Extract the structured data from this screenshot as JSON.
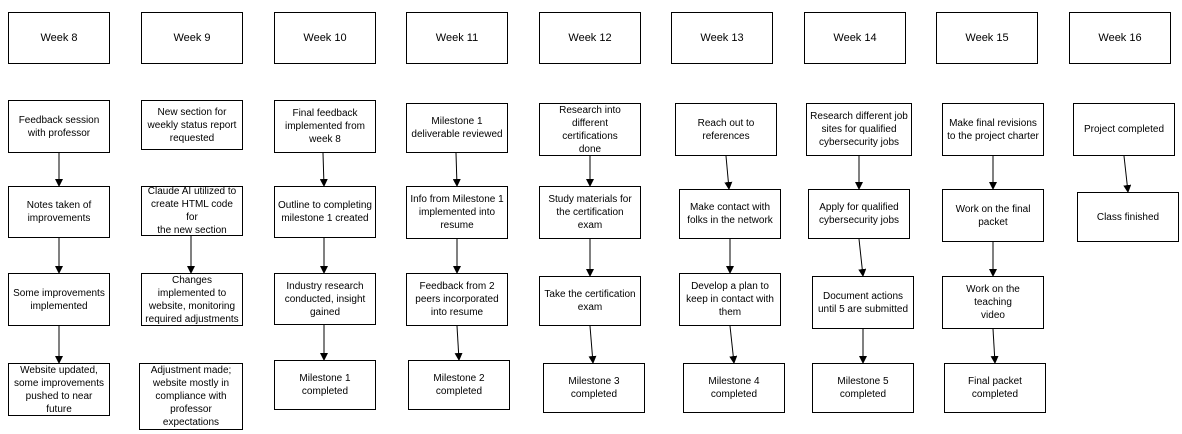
{
  "columns": [
    {
      "header": "Week 8",
      "tasks": [
        "Feedback session\nwith professor",
        "Notes taken of\nimprovements",
        "Some improvements\nimplemented",
        "Website updated,\nsome improvements\npushed to near future"
      ]
    },
    {
      "header": "Week 9",
      "tasks": [
        "New section for\nweekly status report\nrequested",
        "Claude AI utilized to\ncreate HTML code for\nthe new section",
        "Changes\nimplemented to\nwebsite, monitoring\nrequired adjustments",
        "Adjustment made;\nwebsite mostly in\ncompliance with\nprofessor\nexpectations"
      ]
    },
    {
      "header": "Week 10",
      "tasks": [
        "Final feedback\nimplemented from\nweek 8",
        "Outline to completing\nmilestone 1 created",
        "Industry research\nconducted, insight\ngained",
        "Milestone 1\ncompleted"
      ]
    },
    {
      "header": "Week 11",
      "tasks": [
        "Milestone 1\ndeliverable reviewed",
        "Info from Milestone 1\nimplemented into\nresume",
        "Feedback from 2\npeers incorporated\ninto resume",
        "Milestone 2\ncompleted"
      ]
    },
    {
      "header": "Week 12",
      "tasks": [
        "Research into\ndifferent certifications\ndone",
        "Study materials for\nthe certification exam",
        "Take the certification\nexam",
        "Milestone 3\ncompleted"
      ]
    },
    {
      "header": "Week 13",
      "tasks": [
        "Reach out to\nreferences",
        "Make contact with\nfolks in the network",
        "Develop a plan to\nkeep in contact with\nthem",
        "Milestone 4\ncompleted"
      ]
    },
    {
      "header": "Week 14",
      "tasks": [
        "Research different job\nsites for qualified\ncybersecurity jobs",
        "Apply for qualified\ncybersecurity jobs",
        "Document actions\nuntil 5 are submitted",
        "Milestone 5\ncompleted"
      ]
    },
    {
      "header": "Week 15",
      "tasks": [
        "Make final revisions\nto the project charter",
        "Work on the final\npacket",
        "Work on the teaching\nvideo",
        "Final packet\ncompleted"
      ]
    },
    {
      "header": "Week 16",
      "tasks": [
        "Project completed",
        "Class finished"
      ]
    }
  ],
  "colors": {
    "stroke": "#000000",
    "fill": "#ffffff",
    "text": "#000000"
  }
}
